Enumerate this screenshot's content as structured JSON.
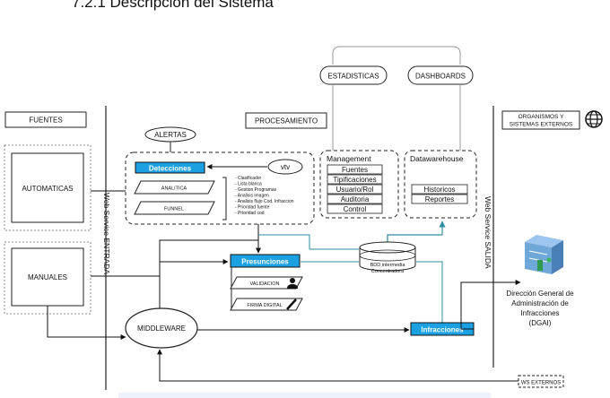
{
  "section_title": "7.2.1 Descripción del Sistema",
  "top_labels": {
    "estadisticas": "ESTADISTICAS",
    "dashboards": "DASHBOARDS"
  },
  "headers": {
    "fuentes": "FUENTES",
    "procesamiento": "PROCESAMIENTO",
    "organismos": "ORGANISMOS Y",
    "organismos2": "SISTEMAS EXTERNOS"
  },
  "sources": {
    "automaticas": "AUTOMATICAS",
    "manuales": "MANUALES"
  },
  "web_service": {
    "entrada": "Web Service ENTRADA",
    "salida": "Web Service SALIDA"
  },
  "alertas": "ALERTAS",
  "detecciones": {
    "title": "Detecciones",
    "vtv": "vtv",
    "analitica": "ANALITICA",
    "funnel": "FUNNEL",
    "items": [
      "- Clasificador",
      "- Lista blanca",
      "- Gestion Programas",
      "- Analisis imagen",
      "- Analisis flujo Cod. Infraccion",
      "- Prioridad fuente",
      "- Prioridad cod"
    ]
  },
  "management": {
    "title": "Management",
    "items": [
      "Fuentes",
      "Tipificaciones",
      "Usuario/Rol",
      "Auditoria",
      "Control"
    ]
  },
  "datawarehouse": {
    "title": "Datawarehouse",
    "items": [
      "Historicos",
      "Reportes"
    ]
  },
  "presunciones": "Presunciones",
  "validacion": "VALIDACION",
  "firma": "FIRMA DIGITAL",
  "bdd": {
    "line1": "BDD intermedia",
    "line2": "Concentradora"
  },
  "middleware": "MIDDLEWARE",
  "infracciones": "Infracciones",
  "dgai": {
    "line1": "Dirección General de",
    "line2": "Administración de",
    "line3": "Infracciones",
    "line4": "(DGAI)"
  },
  "ws_externos": "WS EXTERNOS",
  "colors": {
    "accent": "#1ba1e2",
    "line": "#111111",
    "teal": "#2e8f9e",
    "dashed": "#777777"
  }
}
